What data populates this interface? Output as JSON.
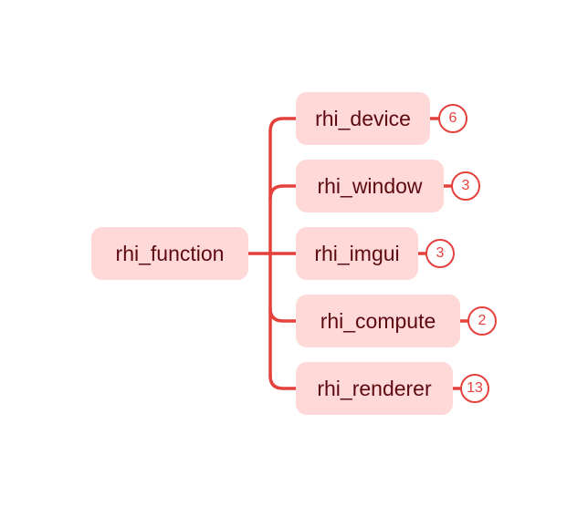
{
  "colors": {
    "node_fill": "#ffd9d7",
    "node_text": "#5c0a0f",
    "connector": "#e5413c",
    "badge_text": "#e5413c"
  },
  "root": {
    "label": "rhi_function"
  },
  "children": [
    {
      "label": "rhi_device",
      "count": "6"
    },
    {
      "label": "rhi_window",
      "count": "3"
    },
    {
      "label": "rhi_imgui",
      "count": "3"
    },
    {
      "label": "rhi_compute",
      "count": "2"
    },
    {
      "label": "rhi_renderer",
      "count": "13"
    }
  ]
}
